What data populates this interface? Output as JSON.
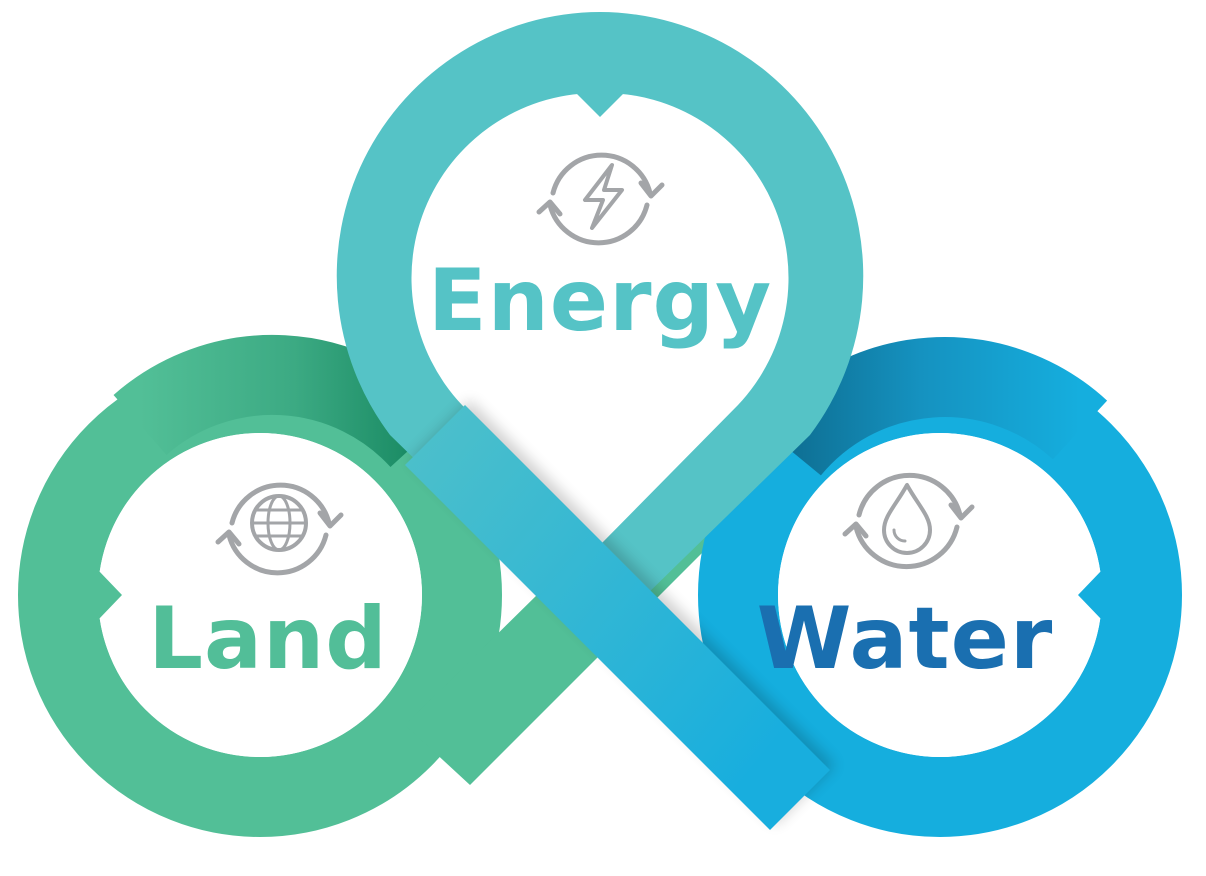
{
  "nexus": {
    "energy": {
      "label": "Energy",
      "icon": "energy-cycle-icon",
      "color": "#55C3C6"
    },
    "land": {
      "label": "Land",
      "icon": "globe-cycle-icon",
      "color": "#52BE98"
    },
    "water": {
      "label": "Water",
      "icon": "water-drop-cycle-icon",
      "color": "#1A6FB0"
    }
  },
  "colors": {
    "energy_ring": "#55C3C6",
    "land_ring": "#52BF97",
    "land_ring_dark": "#188962",
    "water_ring": "#15AEDE",
    "water_ring_dark": "#0E6F93",
    "icon_gray": "#A3A5A8"
  }
}
